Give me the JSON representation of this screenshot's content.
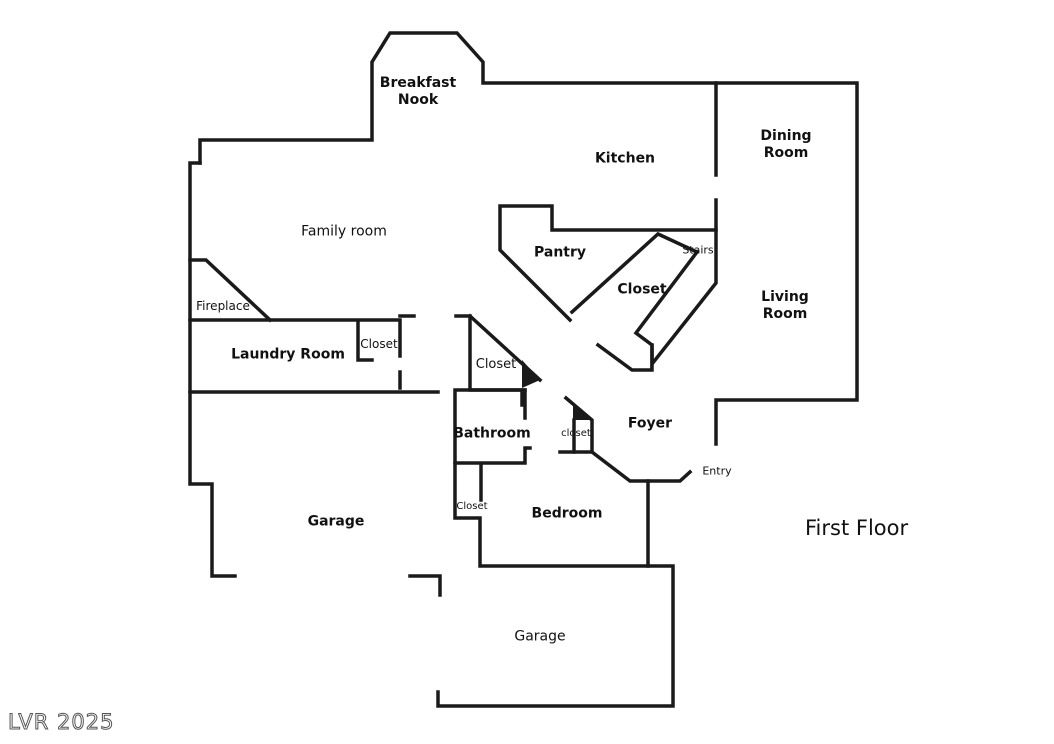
{
  "title": "First Floor",
  "watermark": "LVR 2025",
  "rooms": {
    "breakfast_nook": "Breakfast\nNook",
    "kitchen": "Kitchen",
    "dining_room": "Dining\nRoom",
    "family_room": "Family room",
    "pantry": "Pantry",
    "stairs": "Stairs",
    "closet_center": "Closet",
    "living_room": "Living\nRoom",
    "fireplace": "Fireplace",
    "laundry_room": "Laundry Room",
    "closet_laundry": "Closet",
    "closet_hall": "Closet",
    "bathroom": "Bathroom",
    "closet_foyer": "closet",
    "foyer": "Foyer",
    "entry": "Entry",
    "closet_bedroom": "Closet",
    "bedroom": "Bedroom",
    "garage_left": "Garage",
    "garage_lower": "Garage"
  }
}
